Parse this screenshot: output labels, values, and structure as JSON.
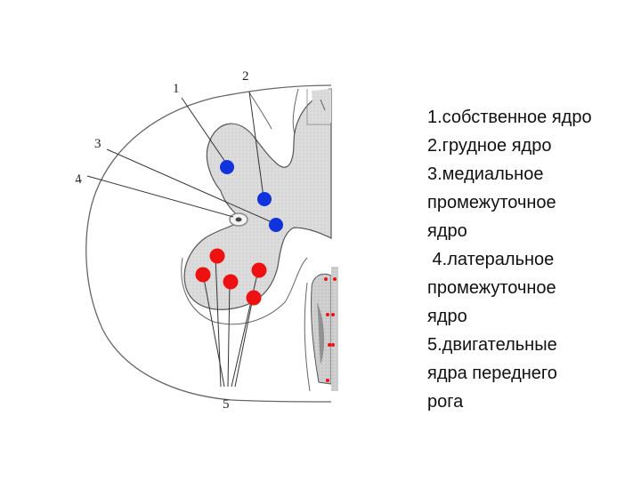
{
  "diagram": {
    "labels": [
      "1",
      "2",
      "3",
      "4",
      "5"
    ],
    "colors": {
      "blue_nucleus": "#1133dd",
      "red_nucleus": "#ee1111",
      "gray_matter": "#d8d8d8",
      "outline": "#555555"
    }
  },
  "legend": {
    "lines": [
      "1.собственное ядро",
      "2.грудное ядро",
      "3.медиальное",
      "промежуточное",
      "ядро",
      " 4.латеральное",
      "промежуточное",
      "ядро",
      "5.двигательные",
      "ядра переднего",
      "рога"
    ]
  }
}
